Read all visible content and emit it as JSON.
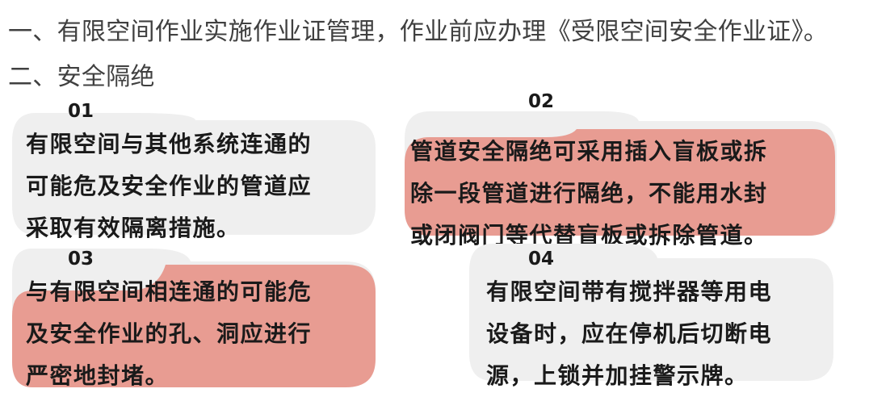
{
  "heading_1": "一、有限空间作业实施作业证管理，作业前应办理《受限空间安全作业证》。",
  "heading_2": "二、安全隔绝",
  "colors": {
    "gray": "#efefef",
    "salmon": "#e89c92"
  },
  "cards": [
    {
      "num": "01",
      "lines": [
        "有限空间与其他系统连通的",
        "可能危及安全作业的管道应",
        "采取有效隔离措施。"
      ]
    },
    {
      "num": "02",
      "lines": [
        "管道安全隔绝可采用插入盲板或拆",
        "除一段管道进行隔绝，不能用水封",
        "或闭阀门等代替盲板或拆除管道。"
      ]
    },
    {
      "num": "03",
      "lines": [
        "与有限空间相连通的可能危",
        "及安全作业的孔、洞应进行",
        "严密地封堵。"
      ]
    },
    {
      "num": "04",
      "lines": [
        "有限空间带有搅拌器等用电",
        "设备时，应在停机后切断电",
        "源，上锁并加挂警示牌。"
      ]
    }
  ]
}
